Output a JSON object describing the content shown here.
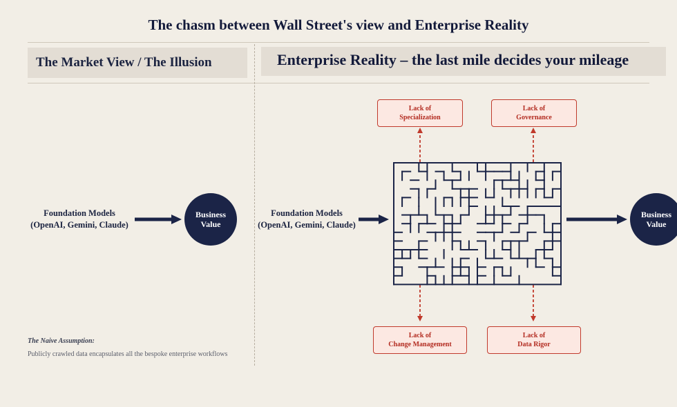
{
  "title": "The chasm between Wall Street's view and Enterprise Reality",
  "left": {
    "header": "The Market View  /  The Illusion",
    "source_line1": "Foundation Models",
    "source_line2": "(OpenAI, Gemini, Claude)",
    "target_line1": "Business",
    "target_line2": "Value",
    "assumption_label": "The Naive Assumption:",
    "assumption_text": "Publicly crawled data encapsulates all the bespoke enterprise workflows"
  },
  "right": {
    "header": "Enterprise Reality – the last mile decides your mileage",
    "source_line1": "Foundation Models",
    "source_line2": "(OpenAI, Gemini, Claude)",
    "target_line1": "Business",
    "target_line2": "Value",
    "barriers": [
      {
        "line1": "Lack of",
        "line2": "Specialization"
      },
      {
        "line1": "Lack of",
        "line2": "Governance"
      },
      {
        "line1": "Lack of",
        "line2": "Change Management"
      },
      {
        "line1": "Lack of",
        "line2": "Data Rigor"
      }
    ]
  },
  "colors": {
    "navy": "#1b2447",
    "barrier_red": "#c0392b",
    "barrier_fill": "#fce8e2",
    "background": "#f2eee6",
    "band": "#e3ddd4"
  },
  "icons": [
    "arrow-right-icon",
    "maze-icon",
    "dashed-arrow-icon"
  ]
}
